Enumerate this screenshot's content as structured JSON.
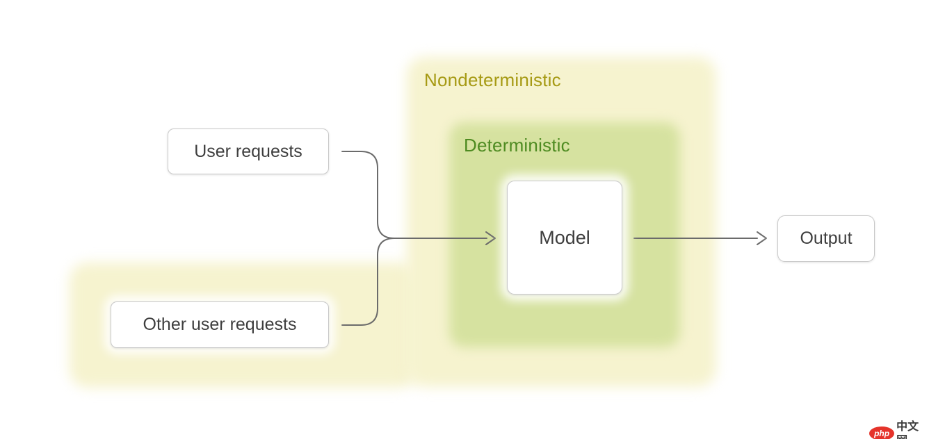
{
  "diagram": {
    "regions": {
      "nondeterministic": {
        "label": "Nondeterministic",
        "fill": "#f6f3cf",
        "label_color": "#a69a14"
      },
      "deterministic": {
        "label": "Deterministic",
        "fill": "#d6e2a0",
        "label_color": "#4e8b21"
      },
      "other_requests_band": {
        "fill": "#f6f3cf"
      }
    },
    "nodes": {
      "user_requests": {
        "label": "User requests"
      },
      "other_user_requests": {
        "label": "Other user requests"
      },
      "model": {
        "label": "Model"
      },
      "output": {
        "label": "Output"
      }
    },
    "edges": [
      {
        "from": "user_requests",
        "to": "model"
      },
      {
        "from": "other_user_requests",
        "to": "model"
      },
      {
        "from": "model",
        "to": "output"
      }
    ],
    "style": {
      "line_color": "#6b6b6b",
      "node_border_color": "#c9c9c9",
      "node_text_color": "#3e3e3e",
      "background_color": "#ffffff"
    }
  },
  "watermark": {
    "badge_label": "php",
    "site_name": "中文网",
    "badge_color": "#e5332a",
    "text_color": "#3a3a3a"
  }
}
